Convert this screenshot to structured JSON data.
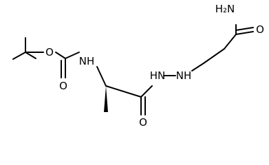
{
  "molecule": {
    "atom_labels": {
      "carbamate_ether_o": "O",
      "carbamate_carbonyl_o": "O",
      "carbamate_nh": "NH",
      "amide_carbonyl_o": "O",
      "hydrazide_nh": "HN",
      "hydrazine_nh": "NH",
      "amide_nh2": "H₂N",
      "terminal_carbonyl_o": "O"
    }
  }
}
